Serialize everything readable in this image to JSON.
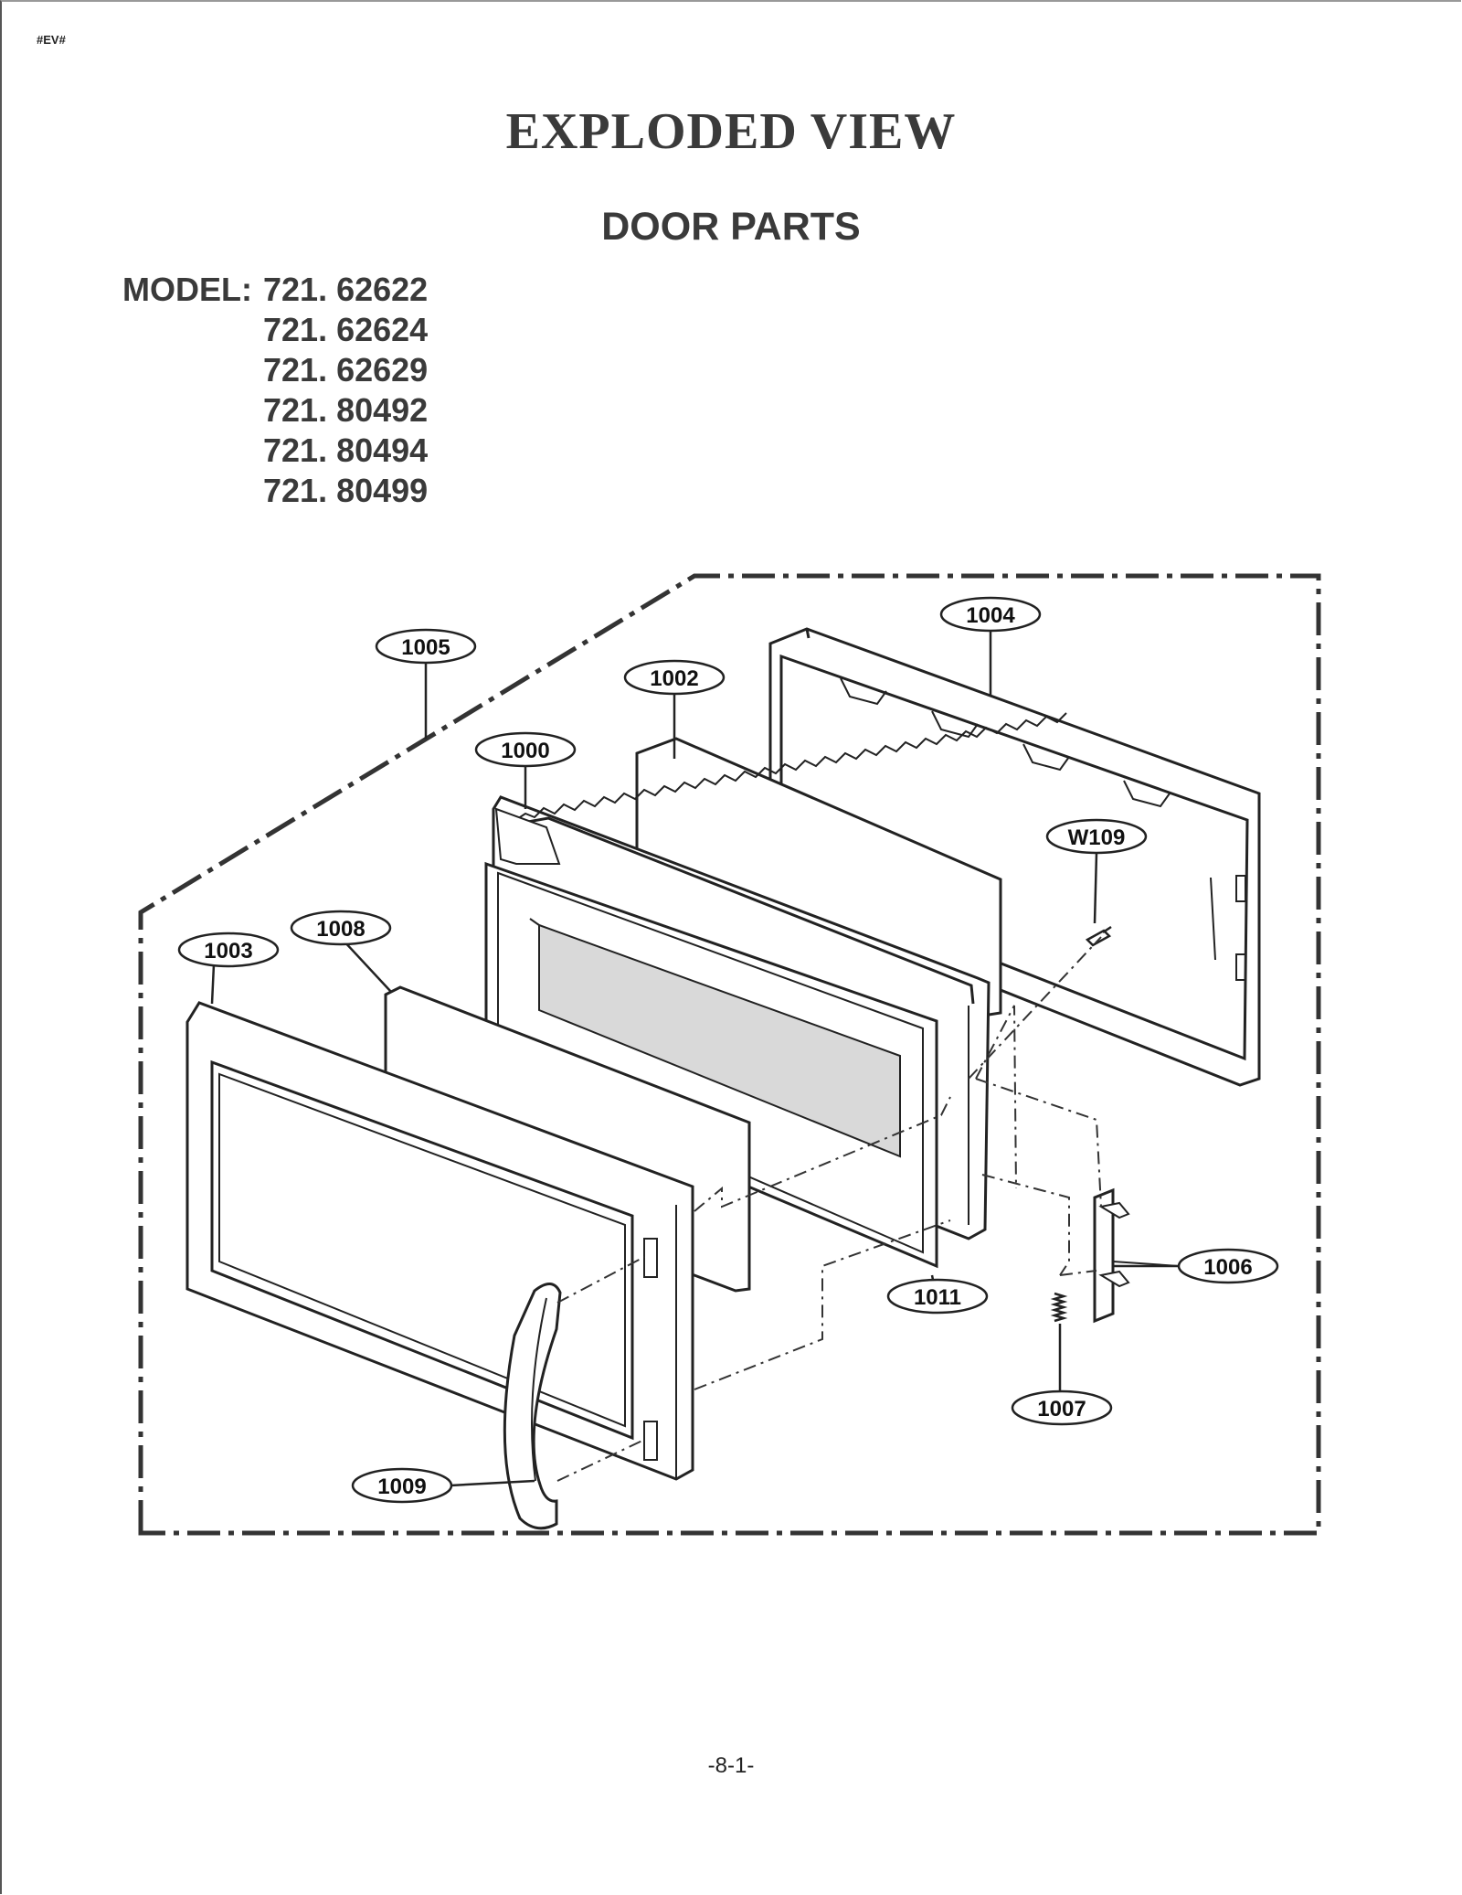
{
  "header": {
    "tag": "#EV#",
    "title": "EXPLODED VIEW",
    "subtitle": "DOOR PARTS"
  },
  "models": {
    "label": "MODEL:",
    "numbers": [
      "721. 62622",
      "721. 62624",
      "721. 62629",
      "721. 80492",
      "721. 80494",
      "721. 80499"
    ]
  },
  "callouts": {
    "c1005": "1005",
    "c1002": "1002",
    "c1004": "1004",
    "c1000": "1000",
    "cW109": "W109",
    "c1008": "1008",
    "c1003": "1003",
    "c1006": "1006",
    "c1011": "1011",
    "c1007": "1007",
    "c1009": "1009"
  },
  "footer": {
    "page_number": "-8-1-"
  },
  "colors": {
    "line": "#222222",
    "glass": "#d9d9d9",
    "text": "#333333"
  }
}
